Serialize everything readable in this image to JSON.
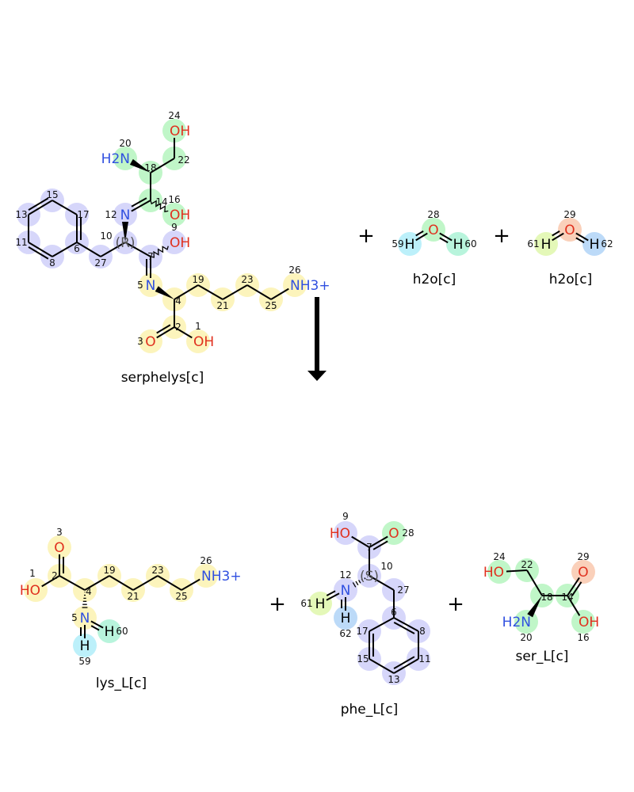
{
  "colors": {
    "lavender": "#d6d6fa",
    "green": "#c0f6c8",
    "yellow": "#fcf4bc",
    "cyan": "#bcf0fa",
    "teal": "#b8f4dc",
    "salmon": "#fad0ba",
    "lime": "#e4f8b8",
    "blue": "#bcdaf8",
    "oxygen": "#e0301e",
    "nitrogen": "#3050e0",
    "bond": "#000000"
  },
  "reaction": {
    "plus": "+",
    "molecules": [
      {
        "name": "serphelys[c]",
        "atoms": [
          {
            "n": "24",
            "label": "OH",
            "el": "O",
            "hl": "green"
          },
          {
            "n": "22",
            "label": "",
            "el": "C",
            "hl": "green"
          },
          {
            "n": "18",
            "label": "",
            "el": "C",
            "hl": "green"
          },
          {
            "n": "20",
            "label": "H2N",
            "el": "N",
            "hl": "green"
          },
          {
            "n": "14",
            "label": "",
            "el": "C",
            "hl": "green"
          },
          {
            "n": "16",
            "label": "OH",
            "el": "O",
            "hl": "green"
          },
          {
            "n": "12",
            "label": "N",
            "el": "N",
            "hl": "lavender"
          },
          {
            "n": "10",
            "label": "(R)",
            "el": "C",
            "hl": "lavender"
          },
          {
            "n": "27",
            "label": "",
            "el": "C",
            "hl": "lavender"
          },
          {
            "n": "6",
            "label": "",
            "el": "C",
            "hl": "lavender"
          },
          {
            "n": "17",
            "label": "",
            "el": "C",
            "hl": "lavender"
          },
          {
            "n": "15",
            "label": "",
            "el": "C",
            "hl": "lavender"
          },
          {
            "n": "13",
            "label": "",
            "el": "C",
            "hl": "lavender"
          },
          {
            "n": "11",
            "label": "",
            "el": "C",
            "hl": "lavender"
          },
          {
            "n": "8",
            "label": "",
            "el": "C",
            "hl": "lavender"
          },
          {
            "n": "7",
            "label": "",
            "el": "C",
            "hl": "lavender"
          },
          {
            "n": "9",
            "label": "OH",
            "el": "O",
            "hl": "lavender"
          },
          {
            "n": "5",
            "label": "N",
            "el": "N",
            "hl": "yellow"
          },
          {
            "n": "4",
            "label": "",
            "el": "C",
            "hl": "yellow"
          },
          {
            "n": "19",
            "label": "",
            "el": "C",
            "hl": "yellow"
          },
          {
            "n": "21",
            "label": "",
            "el": "C",
            "hl": "yellow"
          },
          {
            "n": "23",
            "label": "",
            "el": "C",
            "hl": "yellow"
          },
          {
            "n": "25",
            "label": "",
            "el": "C",
            "hl": "yellow"
          },
          {
            "n": "26",
            "label": "NH3+",
            "el": "N",
            "hl": "yellow"
          },
          {
            "n": "2",
            "label": "",
            "el": "C",
            "hl": "yellow"
          },
          {
            "n": "3",
            "label": "O",
            "el": "O",
            "hl": "yellow"
          },
          {
            "n": "1",
            "label": "OH",
            "el": "O",
            "hl": "yellow"
          }
        ]
      },
      {
        "name": "h2o[c]",
        "atoms": [
          {
            "n": "28",
            "label": "O",
            "el": "O",
            "hl": "green"
          },
          {
            "n": "59",
            "label": "H",
            "el": "H",
            "hl": "cyan"
          },
          {
            "n": "60",
            "label": "H",
            "el": "H",
            "hl": "teal"
          }
        ]
      },
      {
        "name": "h2o[c]",
        "atoms": [
          {
            "n": "29",
            "label": "O",
            "el": "O",
            "hl": "salmon"
          },
          {
            "n": "61",
            "label": "H",
            "el": "H",
            "hl": "lime"
          },
          {
            "n": "62",
            "label": "H",
            "el": "H",
            "hl": "blue"
          }
        ]
      },
      {
        "name": "lys_L[c]",
        "atoms": [
          {
            "n": "3",
            "label": "O",
            "el": "O",
            "hl": "yellow"
          },
          {
            "n": "2",
            "label": "",
            "el": "C",
            "hl": "yellow"
          },
          {
            "n": "1",
            "label": "HO",
            "el": "O",
            "hl": "yellow"
          },
          {
            "n": "4",
            "label": "",
            "el": "C",
            "hl": "yellow"
          },
          {
            "n": "19",
            "label": "",
            "el": "C",
            "hl": "yellow"
          },
          {
            "n": "21",
            "label": "",
            "el": "C",
            "hl": "yellow"
          },
          {
            "n": "23",
            "label": "",
            "el": "C",
            "hl": "yellow"
          },
          {
            "n": "25",
            "label": "",
            "el": "C",
            "hl": "yellow"
          },
          {
            "n": "26",
            "label": "NH3+",
            "el": "N",
            "hl": "yellow"
          },
          {
            "n": "5",
            "label": "N",
            "el": "N",
            "hl": "yellow"
          },
          {
            "n": "59",
            "label": "H",
            "el": "H",
            "hl": "cyan"
          },
          {
            "n": "60",
            "label": "H",
            "el": "H",
            "hl": "teal"
          }
        ]
      },
      {
        "name": "phe_L[c]",
        "atoms": [
          {
            "n": "9",
            "label": "HO",
            "el": "O",
            "hl": "lavender"
          },
          {
            "n": "7",
            "label": "",
            "el": "C",
            "hl": "lavender"
          },
          {
            "n": "28",
            "label": "O",
            "el": "O",
            "hl": "green"
          },
          {
            "n": "10",
            "label": "(S)",
            "el": "C",
            "hl": "lavender"
          },
          {
            "n": "12",
            "label": "N",
            "el": "N",
            "hl": "lavender"
          },
          {
            "n": "61",
            "label": "H",
            "el": "H",
            "hl": "lime"
          },
          {
            "n": "62",
            "label": "H",
            "el": "H",
            "hl": "blue"
          },
          {
            "n": "27",
            "label": "",
            "el": "C",
            "hl": "lavender"
          },
          {
            "n": "6",
            "label": "",
            "el": "C",
            "hl": "lavender"
          },
          {
            "n": "8",
            "label": "",
            "el": "C",
            "hl": "lavender"
          },
          {
            "n": "11",
            "label": "",
            "el": "C",
            "hl": "lavender"
          },
          {
            "n": "13",
            "label": "",
            "el": "C",
            "hl": "lavender"
          },
          {
            "n": "15",
            "label": "",
            "el": "C",
            "hl": "lavender"
          },
          {
            "n": "17",
            "label": "",
            "el": "C",
            "hl": "lavender"
          }
        ]
      },
      {
        "name": "ser_L[c]",
        "atoms": [
          {
            "n": "24",
            "label": "HO",
            "el": "O",
            "hl": "green"
          },
          {
            "n": "22",
            "label": "",
            "el": "C",
            "hl": "green"
          },
          {
            "n": "18",
            "label": "",
            "el": "C",
            "hl": "green"
          },
          {
            "n": "20",
            "label": "H2N",
            "el": "N",
            "hl": "green"
          },
          {
            "n": "14",
            "label": "",
            "el": "C",
            "hl": "green"
          },
          {
            "n": "29",
            "label": "O",
            "el": "O",
            "hl": "salmon"
          },
          {
            "n": "16",
            "label": "OH",
            "el": "O",
            "hl": "green"
          }
        ]
      }
    ]
  }
}
